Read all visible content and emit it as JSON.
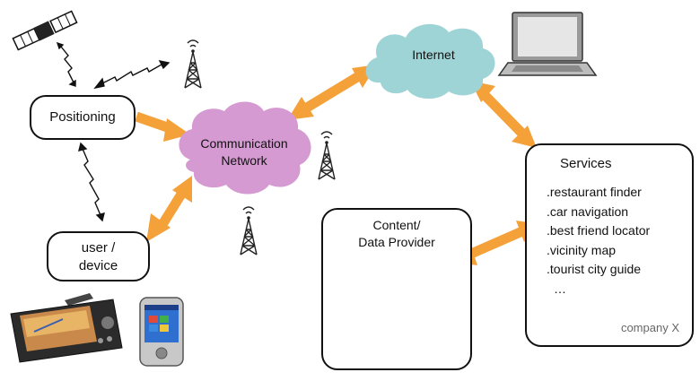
{
  "nodes": {
    "internet": "Internet",
    "communication_network": [
      "Communication",
      "Network"
    ],
    "positioning": "Positioning",
    "user_device": [
      "user /",
      "device"
    ],
    "content_provider": [
      "Content/",
      "Data Provider"
    ],
    "services": {
      "title": "Services",
      "items": [
        ".restaurant finder",
        ".car navigation",
        ".best friend locator",
        ".vicinity map",
        ".tourist city guide",
        "…"
      ],
      "owner": "company X"
    }
  },
  "colors": {
    "arrow": "#f4a13a",
    "internet_cloud": "#9fd4d6",
    "network_cloud": "#d59ad2",
    "database": "#f3e13a",
    "plane_badge": "#1a8fc9",
    "documents": "#f4e35a",
    "books": "#f1d94b"
  },
  "icons": [
    "satellite-icon",
    "radio-tower-icon",
    "lightning-signal-icon",
    "laptop-icon",
    "navigation-device-icon",
    "pda-icon",
    "database-icon",
    "airplane-icon",
    "books-icon",
    "documents-icon"
  ]
}
